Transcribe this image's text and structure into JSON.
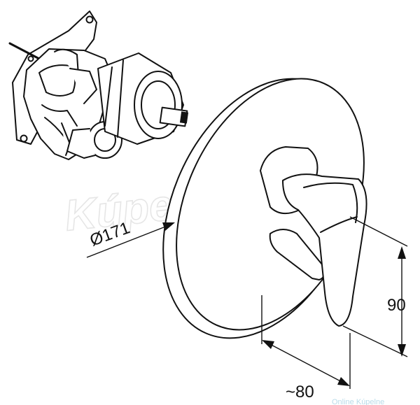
{
  "dimensions": {
    "diameter_label": "Ø171",
    "height_label": "90",
    "depth_label": "~80"
  },
  "watermark": {
    "text": "Kúpelne.sk",
    "footer_text": "Online Kúpelne"
  },
  "colors": {
    "line": "#111111",
    "watermark": "#e6e6e6",
    "footer": "#b9dbe9"
  }
}
